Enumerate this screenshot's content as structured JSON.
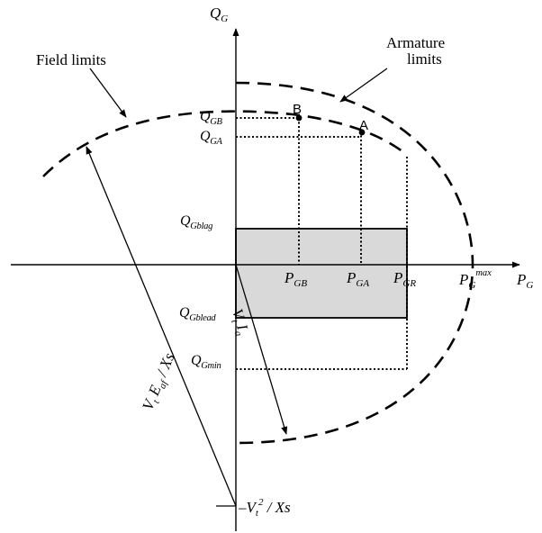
{
  "axes": {
    "vertical_label": "Q",
    "vertical_sub": "G",
    "horizontal_label": "P",
    "horizontal_sub": "G"
  },
  "annotations": {
    "field_limits": "Field limits",
    "armature_limits_line1": "Armature",
    "armature_limits_line2": "limits"
  },
  "points": {
    "a": "A",
    "b": "B"
  },
  "q_labels": {
    "qgb": {
      "main": "Q",
      "sub": "GB"
    },
    "qga": {
      "main": "Q",
      "sub": "GA"
    },
    "qgblag": {
      "main": "Q",
      "sub": "Gblag"
    },
    "qgblead": {
      "main": "Q",
      "sub": "Gblead"
    },
    "qgmin": {
      "main": "Q",
      "sub": "Gmin"
    }
  },
  "p_labels": {
    "pgb": {
      "main": "P",
      "sub": "GB"
    },
    "pga": {
      "main": "P",
      "sub": "GA"
    },
    "pgr": {
      "main": "P",
      "sub": "GR"
    },
    "pgmax": {
      "main": "P",
      "sub": "G",
      "sup": "max"
    }
  },
  "radii": {
    "field": {
      "v": "V",
      "t": "t",
      "e": " E",
      "af": "af",
      "tail": " / Xs"
    },
    "armature": {
      "v": "V",
      "t": "t",
      "i": " I",
      "a": "a"
    },
    "center": {
      "prefix": "–V",
      "t": "t",
      "sup": "2",
      "tail": " / Xs"
    }
  },
  "colors": {
    "region_fill": "#d9d9d9",
    "ink": "#000000"
  }
}
